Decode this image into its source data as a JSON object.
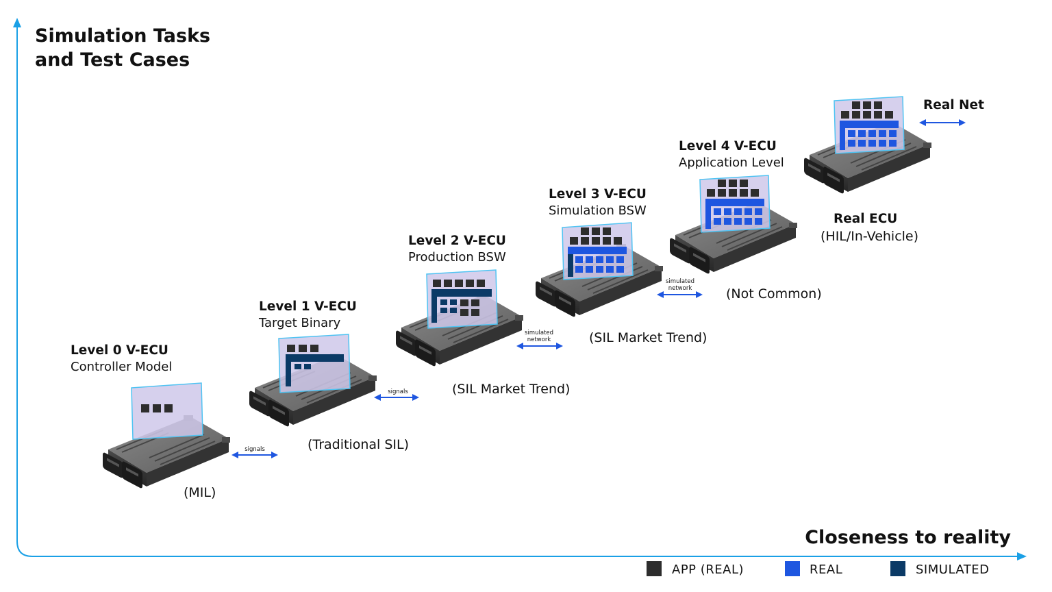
{
  "title_line1": "Simulation Tasks",
  "title_line2": "and Test Cases",
  "x_axis_label": "Closeness to reality",
  "colors": {
    "axis": "#1aa0e6",
    "app_real": "#2d2d2d",
    "real": "#1e56e0",
    "simulated": "#0b3a66",
    "arrow": "#1e56e0",
    "panel_fill": "#cfc8ea",
    "panel_border": "#4ec3f2"
  },
  "levels": [
    {
      "id": "level0",
      "heading": "Level 0 V-ECU",
      "subtitle": "Controller Model",
      "caption": "(MIL)",
      "link_label": [
        "signals"
      ]
    },
    {
      "id": "level1",
      "heading": "Level 1 V-ECU",
      "subtitle": "Target Binary",
      "caption": "(Traditional SIL)",
      "link_label": [
        "signals"
      ]
    },
    {
      "id": "level2",
      "heading": "Level 2 V-ECU",
      "subtitle": "Production BSW",
      "caption": "(SIL Market Trend)",
      "link_label": [
        "simulated",
        "network"
      ]
    },
    {
      "id": "level3",
      "heading": "Level 3 V-ECU",
      "subtitle": "Simulation BSW",
      "caption": "(SIL Market Trend)",
      "link_label": [
        "simulated",
        "network"
      ]
    },
    {
      "id": "level4",
      "heading": "Level 4 V-ECU",
      "subtitle": "Application Level",
      "caption": "(Not Common)",
      "link_label": []
    },
    {
      "id": "real",
      "heading": "Real ECU",
      "subtitle": "",
      "caption": "(HIL/In-Vehicle)",
      "link_label": [
        "Real Net"
      ]
    }
  ],
  "legend": [
    {
      "key": "app_real",
      "label": "APP (REAL)",
      "color": "#2d2d2d"
    },
    {
      "key": "real",
      "label": "REAL",
      "color": "#1e56e0"
    },
    {
      "key": "simulated",
      "label": "SIMULATED",
      "color": "#0b3a66"
    }
  ]
}
